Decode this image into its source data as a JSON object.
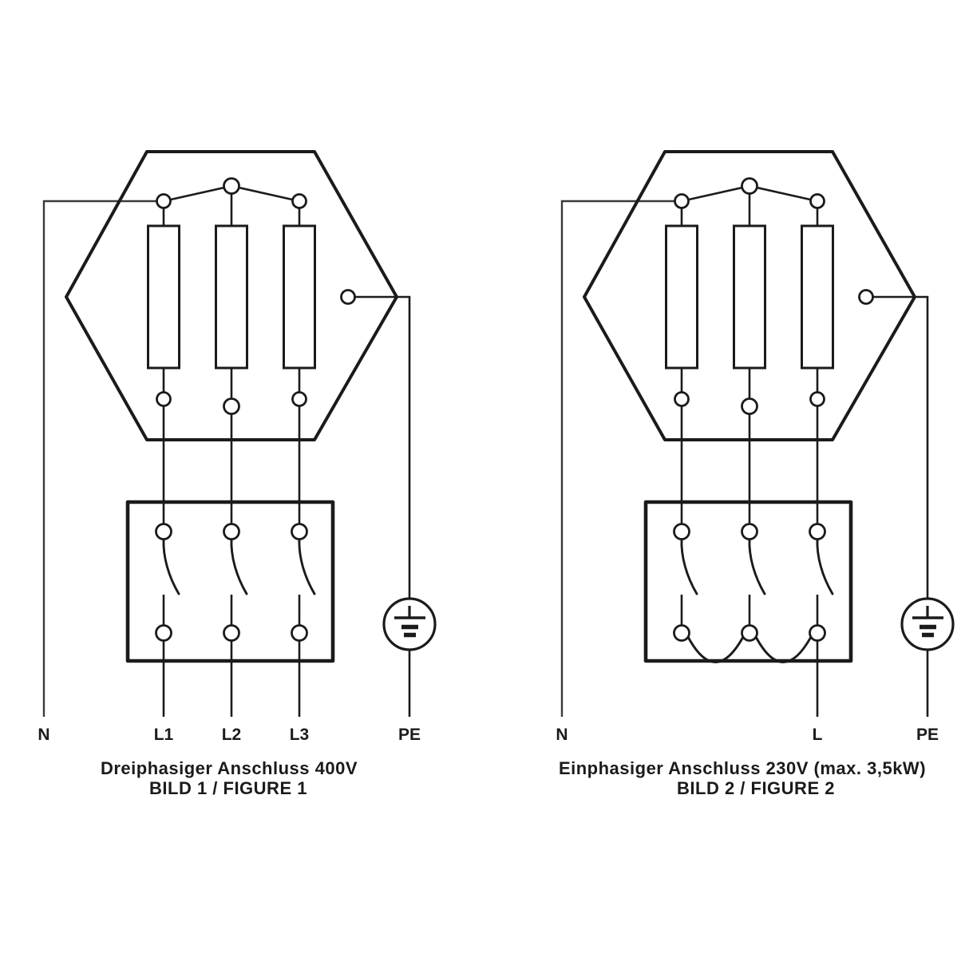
{
  "colors": {
    "line": "#1b1b1b",
    "background": "#ffffff"
  },
  "figure1": {
    "labels": {
      "n": "N",
      "l1": "L1",
      "l2": "L2",
      "l3": "L3",
      "pe": "PE"
    },
    "caption_line1": "Dreiphasiger Anschluss 400V",
    "caption_line2": "BILD 1 / FIGURE 1"
  },
  "figure2": {
    "labels": {
      "n": "N",
      "l": "L",
      "pe": "PE"
    },
    "caption_line1": "Einphasiger Anschluss 230V (max. 3,5kW)",
    "caption_line2": "BILD 2 / FIGURE 2"
  }
}
